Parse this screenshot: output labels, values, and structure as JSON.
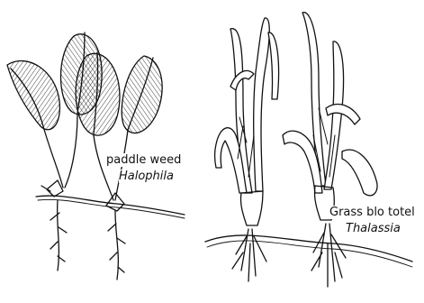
{
  "labels": {
    "paddle_common": "paddle weed",
    "paddle_sci": "Halophila",
    "grass_common": "Grass blo totel",
    "grass_sci": "Thalassia"
  },
  "colors": {
    "ink": "#111111",
    "background": "#ffffff"
  }
}
